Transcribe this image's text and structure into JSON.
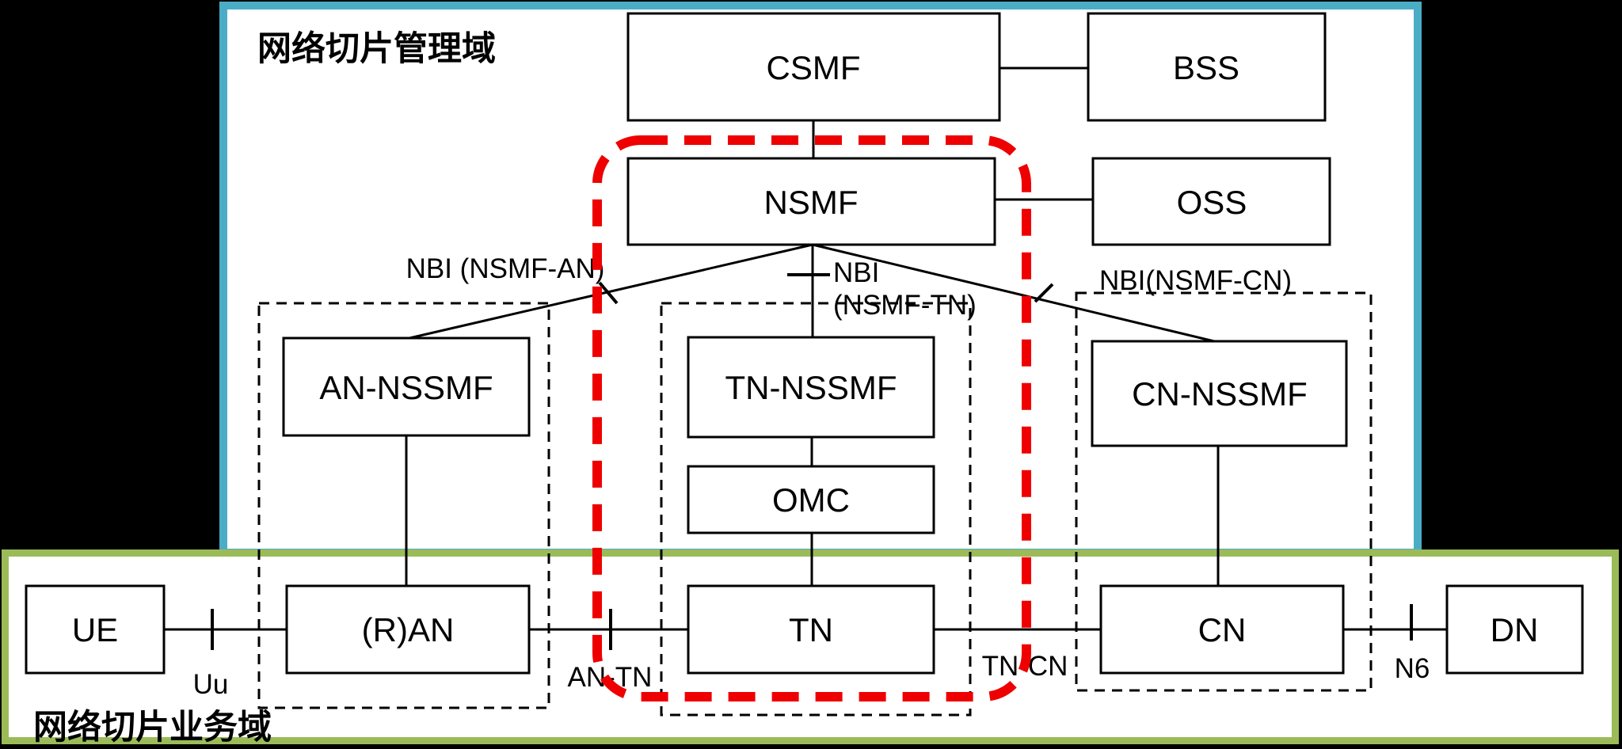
{
  "management_domain": {
    "title": "网络切片管理域",
    "border_color": "#4BACC6"
  },
  "service_domain": {
    "title": "网络切片业务域",
    "border_color": "#9BBB59"
  },
  "highlight": {
    "color": "#EE0000",
    "meaning": "red dashed rounded rectangle enclosing NSMF, TN-NSSMF, OMC and TN"
  },
  "boxes": {
    "csmf": "CSMF",
    "bss": "BSS",
    "nsmf": "NSMF",
    "oss": "OSS",
    "an_nssmf": "AN-NSSMF",
    "tn_nssmf": "TN-NSSMF",
    "cn_nssmf": "CN-NSSMF",
    "omc": "OMC",
    "ue": "UE",
    "ran": "(R)AN",
    "tn": "TN",
    "cn": "CN",
    "dn": "DN"
  },
  "interfaces": {
    "nbi_an": "NBI (NSMF-AN)",
    "nbi_tn_line1": "NBI",
    "nbi_tn_line2": "(NSMF-TN)",
    "nbi_cn": "NBI(NSMF-CN)",
    "uu": "Uu",
    "an_tn": "AN-TN",
    "tn_cn": "TN-CN",
    "n6": "N6"
  }
}
